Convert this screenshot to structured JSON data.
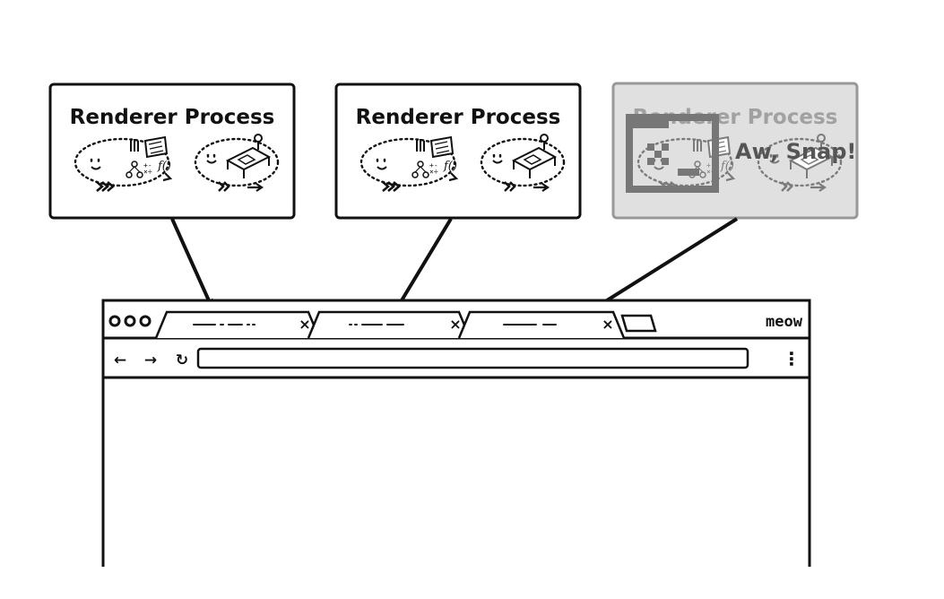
{
  "processes": [
    {
      "title": "Renderer Process",
      "crashed": false
    },
    {
      "title": "Renderer Process",
      "crashed": false
    },
    {
      "title": "Renderer Process",
      "crashed": true,
      "crash_message": "Aw, Snap!"
    }
  ],
  "browser": {
    "brand": "meow",
    "tabs": [
      {
        "close_glyph": "×"
      },
      {
        "close_glyph": "×"
      },
      {
        "close_glyph": "×"
      }
    ],
    "nav": {
      "back_glyph": "←",
      "forward_glyph": "→",
      "reload_glyph": "↻",
      "menu_glyph": "⋮"
    }
  }
}
